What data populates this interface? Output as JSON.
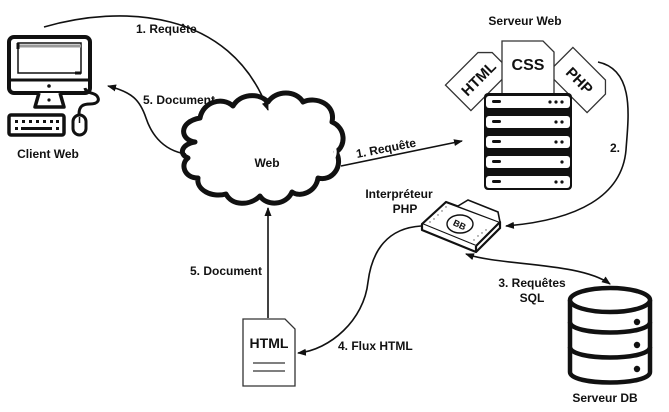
{
  "nodes": {
    "client": {
      "label": "Client Web",
      "icon": "computer-icon"
    },
    "web": {
      "label": "Web",
      "icon": "cloud-icon"
    },
    "server": {
      "label": "Serveur Web",
      "icon": "server-stack-icon",
      "file_tags": [
        "HTML",
        "CSS",
        "PHP"
      ]
    },
    "interpreter": {
      "label_line1": "Interpréteur",
      "label_line2": "PHP",
      "icon": "chip-icon"
    },
    "db": {
      "label": "Serveur DB",
      "icon": "database-icon"
    },
    "html_doc": {
      "label": "HTML",
      "icon": "document-icon"
    }
  },
  "edges": {
    "client_to_web": {
      "label": "1. Requête"
    },
    "web_to_client": {
      "label": "5. Document"
    },
    "web_to_server": {
      "label": "1. Requête"
    },
    "server_to_interpreter": {
      "label": "2."
    },
    "interpreter_db": {
      "label_line1": "3. Requêtes",
      "label_line2": "SQL"
    },
    "interpreter_to_html": {
      "label": "4. Flux HTML"
    },
    "html_to_web": {
      "label": "5. Document"
    }
  }
}
